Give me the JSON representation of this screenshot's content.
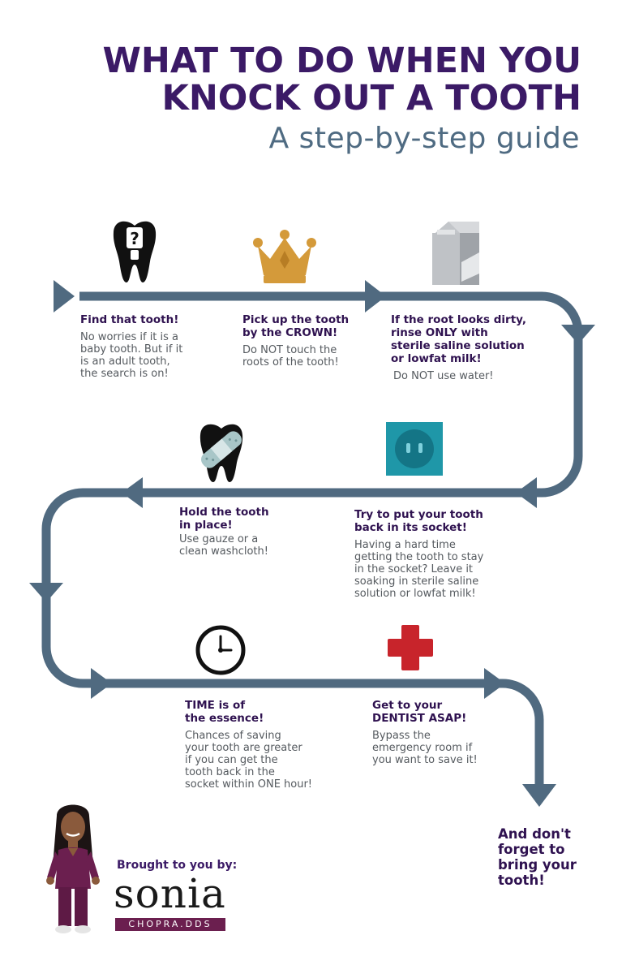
{
  "header": {
    "title_line1": "WHAT TO DO WHEN YOU",
    "title_line2": "KNOCK OUT A TOOTH",
    "subtitle": "A step-by-step guide"
  },
  "steps": [
    {
      "heading_lines": [
        "Find that tooth!"
      ],
      "body_lines": [
        "No worries if it is a",
        "baby tooth. But if it",
        "is an adult tooth,",
        "the search is on!"
      ],
      "icon": "tooth-question-icon"
    },
    {
      "heading_lines": [
        "Pick up the tooth",
        "by the CROWN!"
      ],
      "body_lines": [
        "Do NOT touch the",
        "roots of the tooth!"
      ],
      "icon": "crown-icon"
    },
    {
      "heading_lines": [
        "If the root looks dirty,",
        "rinse ONLY with",
        "sterile saline solution",
        "or lowfat milk!"
      ],
      "body_lines": [
        "Do NOT use water!"
      ],
      "icon": "milk-carton-icon"
    },
    {
      "heading_lines": [
        "Try to put your tooth",
        "back in its socket!"
      ],
      "body_lines": [
        "Having a hard time",
        "getting the tooth to stay",
        "in the socket? Leave it",
        "soaking in sterile saline",
        "solution or lowfat milk!"
      ],
      "icon": "socket-icon"
    },
    {
      "heading_lines": [
        "Hold the tooth",
        "in place!"
      ],
      "body_lines": [
        "Use gauze or a",
        "clean washcloth!"
      ],
      "icon": "bandaged-tooth-icon"
    },
    {
      "heading_lines": [
        "TIME is of",
        "the essence!"
      ],
      "body_lines": [
        "Chances of saving",
        "your tooth are greater",
        "if you can get the",
        "tooth back in the",
        "socket within ONE hour!"
      ],
      "icon": "clock-icon"
    },
    {
      "heading_lines": [
        "Get to your",
        "DENTIST ASAP!"
      ],
      "body_lines": [
        "Bypass the",
        "emergency room if",
        "you want to save it!"
      ],
      "icon": "medical-cross-icon"
    }
  ],
  "final": {
    "lines": [
      "And don't",
      "forget to",
      "bring your",
      "tooth!"
    ]
  },
  "credit": {
    "brought_by": "Brought to you by:",
    "name": "sonia",
    "tag": "CHOPRA.DDS"
  },
  "colors": {
    "title": "#3b1a66",
    "subtitle": "#4f6b82",
    "path": "#506a80",
    "heading": "#2f1250",
    "body": "#555a5f",
    "crown": "#d49a3a",
    "socket": "#1f97a8",
    "cross": "#c8242b",
    "brand_bar": "#6b1f4f"
  }
}
